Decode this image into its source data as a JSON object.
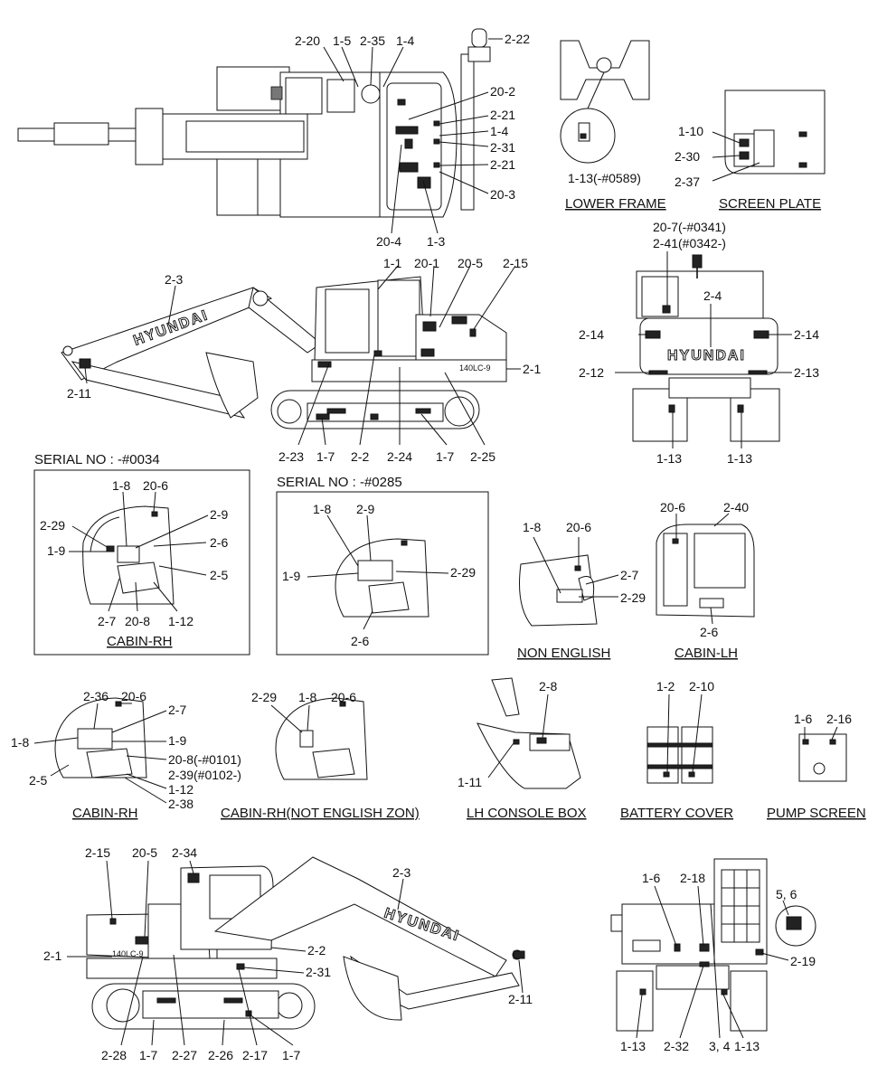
{
  "top_view": {
    "callouts": [
      "2-20",
      "1-5",
      "2-35",
      "1-4",
      "2-22",
      "20-2",
      "2-21",
      "1-4",
      "2-31",
      "2-21",
      "20-3",
      "20-4",
      "1-3"
    ]
  },
  "lower_frame": {
    "title": "LOWER FRAME",
    "callouts": [
      "1-13(-#0589)"
    ]
  },
  "screen_plate": {
    "title": "SCREEN PLATE",
    "callouts": [
      "1-10",
      "2-30",
      "2-37"
    ]
  },
  "side_view_rh": {
    "brand": "HYUNDAI",
    "model": "140LC-9",
    "callouts": [
      "2-3",
      "1-1",
      "20-1",
      "20-5",
      "2-15",
      "2-1",
      "2-11",
      "2-23",
      "1-7",
      "2-2",
      "2-24",
      "1-7",
      "2-25"
    ]
  },
  "rear_view": {
    "brand": "HYUNDAI",
    "callouts": [
      "20-7(-#0341)",
      "2-41(#0342-)",
      "2-4",
      "2-14",
      "2-14",
      "2-12",
      "2-13",
      "1-13",
      "1-13"
    ]
  },
  "cabin_rh_a": {
    "serial": "SERIAL NO : -#0034",
    "title": "CABIN-RH",
    "callouts": [
      "1-8",
      "20-6",
      "2-29",
      "2-9",
      "1-9",
      "2-6",
      "2-5",
      "2-7",
      "20-8",
      "1-12"
    ]
  },
  "cabin_rh_b": {
    "serial": "SERIAL NO : -#0285",
    "callouts": [
      "1-8",
      "2-9",
      "1-9",
      "2-29",
      "2-6"
    ]
  },
  "non_english": {
    "title": "NON ENGLISH",
    "callouts": [
      "1-8",
      "20-6",
      "2-7",
      "2-29"
    ]
  },
  "cabin_lh": {
    "title": "CABIN-LH",
    "callouts": [
      "20-6",
      "2-40",
      "2-6"
    ]
  },
  "cabin_rh_c": {
    "title": "CABIN-RH",
    "callouts": [
      "2-36",
      "20-6",
      "2-7",
      "1-8",
      "1-9",
      "20-8(-#0101)",
      "2-39(#0102-)",
      "1-12",
      "2-5",
      "2-38"
    ]
  },
  "cabin_rh_not_english": {
    "title": "CABIN-RH(NOT ENGLISH ZON)",
    "callouts": [
      "2-29",
      "1-8",
      "20-6"
    ]
  },
  "lh_console_box": {
    "title": "LH CONSOLE BOX",
    "callouts": [
      "2-8",
      "1-11"
    ]
  },
  "battery_cover": {
    "title": "BATTERY COVER",
    "callouts": [
      "1-2",
      "2-10"
    ]
  },
  "pump_screen": {
    "title": "PUMP SCREEN",
    "callouts": [
      "1-6",
      "2-16"
    ]
  },
  "side_view_lh": {
    "brand": "HYUNDAI",
    "model": "140LC-9",
    "callouts": [
      "2-15",
      "20-5",
      "2-34",
      "2-3",
      "2-2",
      "2-1",
      "2-31",
      "2-11",
      "2-28",
      "1-7",
      "2-27",
      "2-26",
      "2-17",
      "1-7"
    ]
  },
  "rear_engine_view": {
    "callouts": [
      "1-6",
      "2-18",
      "5, 6",
      "2-19",
      "1-13",
      "2-32",
      "3, 4",
      "1-13"
    ]
  }
}
